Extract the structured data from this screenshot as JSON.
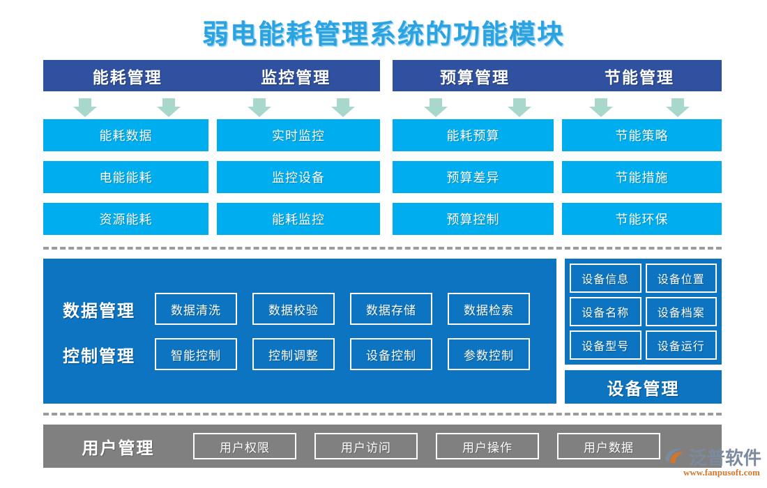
{
  "page": {
    "title": "弱电能耗管理系统的功能模块",
    "colors": {
      "title_blue": "#2aa3e0",
      "header_navy": "#2f51a0",
      "item_cyan": "#00aeef",
      "panel_blue": "#0c74c0",
      "arrow_teal": "#a8d8cb",
      "gray_bar": "#808080",
      "divider_gray": "#9c9c9c",
      "logo_gray": "#7b8a9c",
      "logo_orange": "#d4762a"
    }
  },
  "headers": {
    "left_group": [
      "能耗管理",
      "监控管理"
    ],
    "right_group": [
      "预算管理",
      "节能管理"
    ]
  },
  "arrows": {
    "icon": "arrow-down-icon",
    "count": 4
  },
  "columns": [
    {
      "header": "能耗管理",
      "items": [
        "能耗数据",
        "电能能耗",
        "资源能耗"
      ]
    },
    {
      "header": "监控管理",
      "items": [
        "实时监控",
        "监控设备",
        "能耗监控"
      ]
    },
    {
      "header": "预算管理",
      "items": [
        "能耗预算",
        "预算差异",
        "预算控制"
      ]
    },
    {
      "header": "节能管理",
      "items": [
        "节能策略",
        "节能措施",
        "节能环保"
      ]
    }
  ],
  "middle_panel": {
    "rows": [
      {
        "label": "数据管理",
        "items": [
          "数据清洗",
          "数据校验",
          "数据存储",
          "数据检索"
        ]
      },
      {
        "label": "控制管理",
        "items": [
          "智能控制",
          "控制调整",
          "设备控制",
          "参数控制"
        ]
      }
    ]
  },
  "device_panel": {
    "title": "设备管理",
    "cells": [
      "设备信息",
      "设备位置",
      "设备名称",
      "设备档案",
      "设备型号",
      "设备运行"
    ]
  },
  "user_bar": {
    "label": "用户管理",
    "items": [
      "用户权限",
      "用户访问",
      "用户操作",
      "用户数据"
    ]
  },
  "logo": {
    "mark": "fanpu-swoosh-icon",
    "name": "泛普软件",
    "url": "www.fanpusoft.com"
  }
}
